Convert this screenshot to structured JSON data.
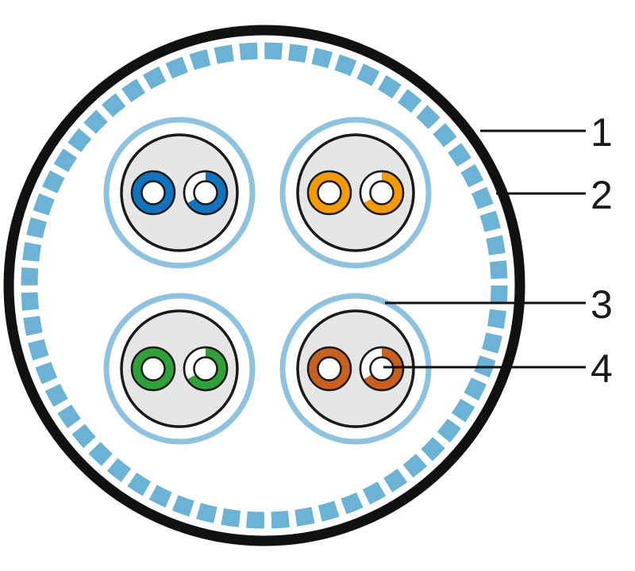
{
  "callouts": [
    {
      "id": "1",
      "label": "1"
    },
    {
      "id": "2",
      "label": "2"
    },
    {
      "id": "3",
      "label": "3"
    },
    {
      "id": "4",
      "label": "4"
    }
  ],
  "colors": {
    "jacket": "#111111",
    "braid_shield": "#6cb2d4",
    "pair_shield": "#8ec2de",
    "pair_fill": "#e6e6e6",
    "pair_outline": "#1a1a1a",
    "pairs": {
      "blue": "#1173bd",
      "orange": "#f29a00",
      "green": "#2fa03a",
      "brown": "#c8601f"
    }
  },
  "pairs": [
    {
      "name": "pair-blue",
      "color_key": "blue"
    },
    {
      "name": "pair-orange",
      "color_key": "orange"
    },
    {
      "name": "pair-green",
      "color_key": "green"
    },
    {
      "name": "pair-brown",
      "color_key": "brown"
    }
  ]
}
